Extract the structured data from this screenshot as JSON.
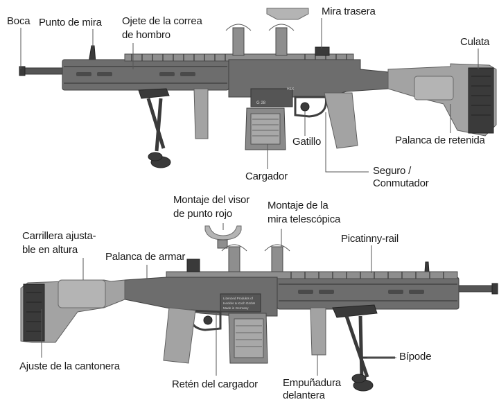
{
  "top_rifle": {
    "labels": {
      "muzzle": "Boca",
      "front_sight": "Punto de mira",
      "sling_eyelet_1": "Ojete de la correa",
      "sling_eyelet_2": "de hombro",
      "rear_sight": "Mira trasera",
      "stock": "Culata",
      "trigger": "Gatillo",
      "magazine": "Cargador",
      "safety_1": "Seguro /",
      "safety_2": "Conmutador",
      "retaining_lever": "Palanca de retenida"
    },
    "markings": {
      "model": "G 28",
      "small": "H&K"
    }
  },
  "bottom_rifle": {
    "labels": {
      "red_dot_mount_1": "Montaje del visor",
      "red_dot_mount_2": "de punto rojo",
      "scope_mount_1": "Montaje de la",
      "scope_mount_2": "mira telescópica",
      "cheek_rest_1": "Carrillera ajusta-",
      "cheek_rest_2": "ble en altura",
      "charging_handle": "Palanca de armar",
      "picatinny_rail": "Picatinny-rail",
      "butt_plate_adjust": "Ajuste de la cantonera",
      "magazine_release": "Retén del cargador",
      "bipod": "Bípode",
      "foregrip_1": "Empuñadura",
      "foregrip_2": "delantera"
    },
    "markings": {
      "line1": "Lizenzed Produkts of",
      "line2": "Heckler & Koch GmbH",
      "line3": "Made in Germany"
    }
  }
}
